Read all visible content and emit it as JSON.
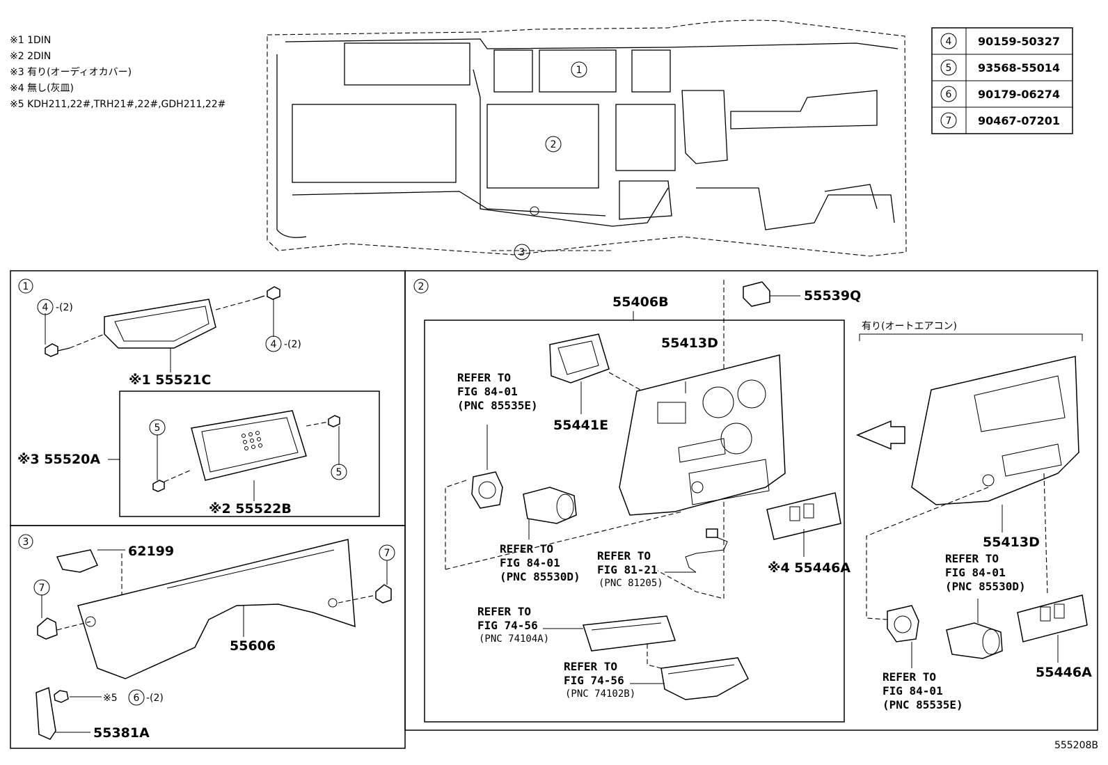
{
  "notes": [
    "※1 1DIN",
    "※2 2DIN",
    "※3 有り(オーディオカバー)",
    "※4 無し(灰皿)",
    "※5 KDH211,22#,TRH21#,22#,GDH211,22#"
  ],
  "fastener_table": [
    {
      "ref": "4",
      "part": "90159-50327"
    },
    {
      "ref": "5",
      "part": "93568-55014"
    },
    {
      "ref": "6",
      "part": "90179-06274"
    },
    {
      "ref": "7",
      "part": "90467-07201"
    }
  ],
  "overview": {
    "callout_1": "1",
    "callout_2": "2",
    "callout_3": "3"
  },
  "panel1": {
    "index": "1",
    "c4a": "4",
    "c4a_qty": "-(2)",
    "c4b": "4",
    "c4b_qty": "-(2)",
    "part_55521C": "※1 55521C",
    "part_55520A": "※3 55520A",
    "c5a": "5",
    "c5b": "5",
    "part_55522B": "※2 55522B"
  },
  "panel3": {
    "index": "3",
    "part_62199": "62199",
    "c7a": "7",
    "c7b": "7",
    "part_55606": "55606",
    "note5": "※5",
    "c6": "6",
    "c6_qty": "-(2)",
    "part_55381A": "55381A"
  },
  "panel2": {
    "index": "2",
    "part_55406B": "55406B",
    "part_55539Q": "55539Q",
    "part_55413D": "55413D",
    "part_55441E": "55441E",
    "ref_85535e": [
      "REFER TO",
      "FIG 84-01",
      "(PNC 85535E)"
    ],
    "ref_85530d": [
      "REFER TO",
      "FIG 84-01",
      "(PNC 85530D)"
    ],
    "ref_81205": [
      "REFER TO",
      "FIG 81-21",
      "(PNC 81205)"
    ],
    "part_55446A_note": "※4 55446A",
    "ref_74104a": [
      "REFER TO",
      "FIG 74-56",
      "(PNC 74104A)"
    ],
    "ref_74102b": [
      "REFER TO",
      "FIG 74-56",
      "(PNC 74102B)"
    ],
    "auto_ac": "有り(オートエアコン)",
    "part_55413D_b": "55413D",
    "ref_85530d_b": [
      "REFER TO",
      "FIG 84-01",
      "(PNC 85530D)"
    ],
    "part_55446A_b": "55446A",
    "ref_85535e_b": [
      "REFER TO",
      "FIG 84-01",
      "(PNC 85535E)"
    ]
  },
  "figure_id": "555208B"
}
